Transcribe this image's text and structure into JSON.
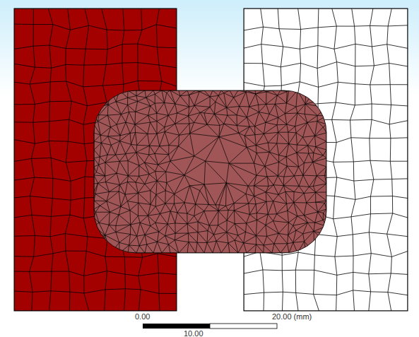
{
  "diagram": {
    "labels": [
      "0.00",
      "20.00 (mm)",
      "10.00"
    ]
  }
}
